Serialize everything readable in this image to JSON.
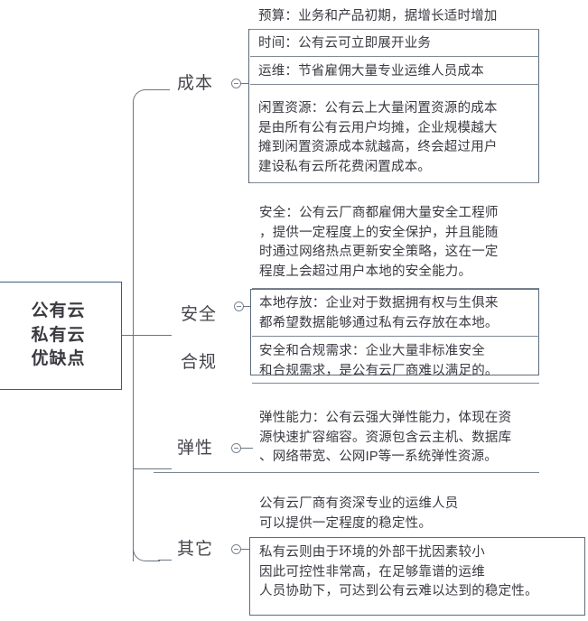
{
  "map": {
    "root": {
      "lines": [
        "公有云",
        "私有云",
        "优缺点"
      ],
      "full_text": "公有云私有云优缺点"
    },
    "colors": {
      "node_border": "#3f5c7a",
      "connector": "#6b7480",
      "box_border": "#5d6b7d",
      "rule": "#7e8894",
      "text": "#3a3a42",
      "background": "#ffffff"
    },
    "branches": [
      {
        "id": "cost",
        "label": "成本",
        "collapse_icon": "collapse-minus-icon",
        "leaves": [
          {
            "id": "budget",
            "text": "预算：业务和产品初期，据增长适时增加"
          },
          {
            "id": "time",
            "text": "时间：公有云可立即展开业务"
          },
          {
            "id": "ops",
            "text": "运维：节省雇佣大量专业运维人员成本"
          },
          {
            "id": "idle",
            "text": "闲置资源：公有云上大量闲置资源的成本\n是由所有公有云用户均摊，企业规模越大\n摊到闲置资源成本就越高，终会超过用户\n建设私有云所花费闲置成本。"
          }
        ]
      },
      {
        "id": "security-compliance",
        "label": "安全\n合规",
        "label_lines": [
          "安全",
          "合规"
        ],
        "collapse_icon": "collapse-minus-icon",
        "leaves": [
          {
            "id": "security",
            "text": "安全：公有云厂商都雇佣大量安全工程师\n，提供一定程度上的安全保护，并且能随\n时通过网络热点更新安全策略，这在一定\n程度上会超过用户本地的安全能力。"
          },
          {
            "id": "local-storage",
            "text": "本地存放：企业对于数据拥有权与生俱来\n都希望数据能够通过私有云存放在本地。"
          },
          {
            "id": "compliance-need",
            "text": "安全和合规需求：企业大量非标准安全\n和合规需求，是公有云厂商难以满足的。"
          }
        ]
      },
      {
        "id": "elasticity",
        "label": "弹性",
        "collapse_icon": "collapse-minus-icon",
        "leaves": [
          {
            "id": "elastic-capability",
            "text": "弹性能力：公有云强大弹性能力，体现在资\n源快速扩容缩容。资源包含云主机、数据库\n、网络带宽、公网IP等一系统弹性资源。"
          }
        ]
      },
      {
        "id": "others",
        "label": "其它",
        "collapse_icon": "collapse-minus-icon",
        "leaves": [
          {
            "id": "public-ops",
            "text": "公有云厂商有资深专业的运维人员\n可以提供一定程度的稳定性。"
          },
          {
            "id": "private-stability",
            "text": "私有云则由于环境的外部干扰因素较小\n因此可控性非常高，在足够靠谱的运维\n人员协助下，可达到公有云难以达到的稳定性。"
          }
        ]
      }
    ]
  }
}
